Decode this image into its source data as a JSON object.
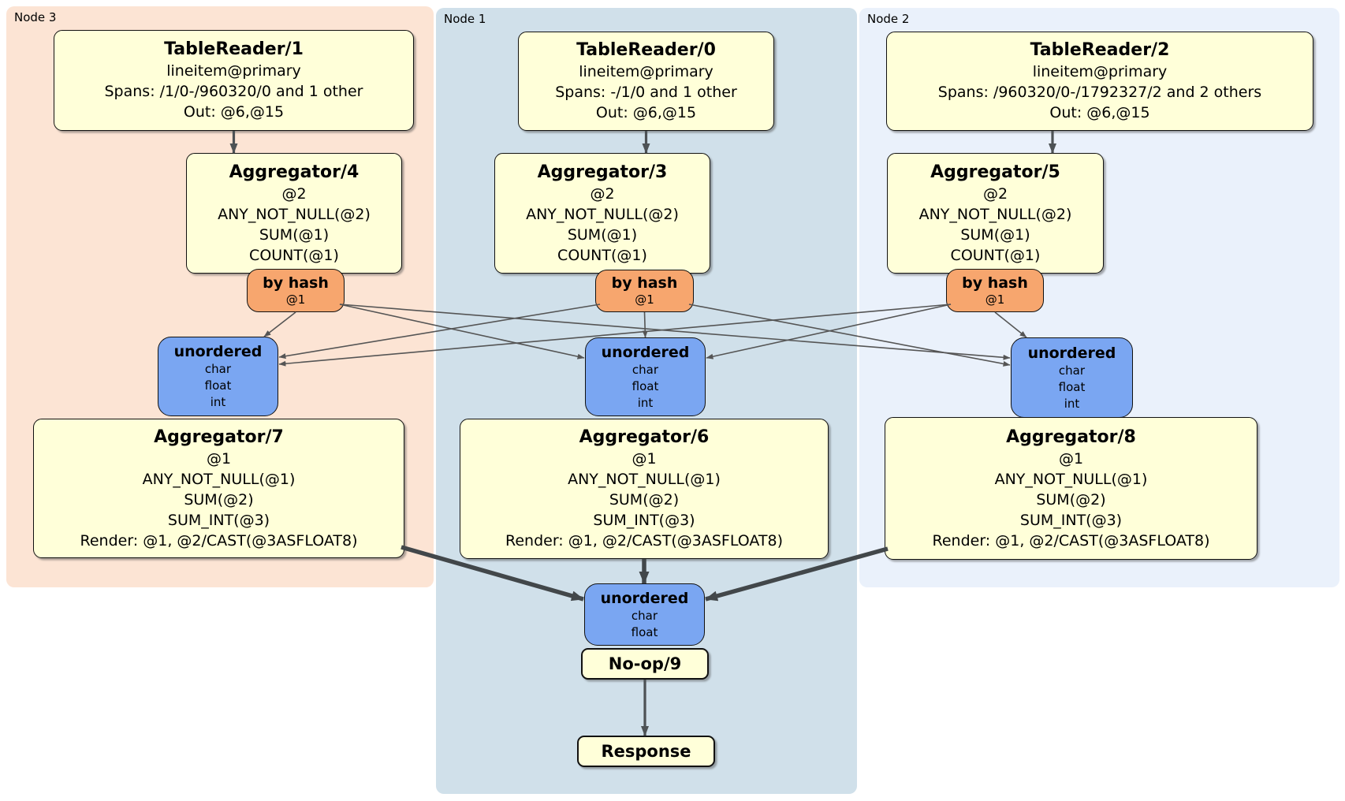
{
  "nodes": {
    "node3": {
      "label": "Node 3"
    },
    "node1": {
      "label": "Node 1"
    },
    "node2": {
      "label": "Node 2"
    }
  },
  "boxes": {
    "tr1": {
      "title": "TableReader/1",
      "lines": [
        "lineitem@primary",
        "Spans: /1/0-/960320/0 and 1 other",
        "Out: @6,@15"
      ]
    },
    "tr0": {
      "title": "TableReader/0",
      "lines": [
        "lineitem@primary",
        "Spans: -/1/0 and 1 other",
        "Out: @6,@15"
      ]
    },
    "tr2": {
      "title": "TableReader/2",
      "lines": [
        "lineitem@primary",
        "Spans: /960320/0-/1792327/2 and 2 others",
        "Out: @6,@15"
      ]
    },
    "agg4": {
      "title": "Aggregator/4",
      "lines": [
        "@2",
        "ANY_NOT_NULL(@2)",
        "SUM(@1)",
        "COUNT(@1)"
      ]
    },
    "agg3": {
      "title": "Aggregator/3",
      "lines": [
        "@2",
        "ANY_NOT_NULL(@2)",
        "SUM(@1)",
        "COUNT(@1)"
      ]
    },
    "agg5": {
      "title": "Aggregator/5",
      "lines": [
        "@2",
        "ANY_NOT_NULL(@2)",
        "SUM(@1)",
        "COUNT(@1)"
      ]
    },
    "hashL": {
      "title": "by hash",
      "lines": [
        "@1"
      ]
    },
    "hashM": {
      "title": "by hash",
      "lines": [
        "@1"
      ]
    },
    "hashR": {
      "title": "by hash",
      "lines": [
        "@1"
      ]
    },
    "unoL": {
      "title": "unordered",
      "lines": [
        "char",
        "float",
        "int"
      ]
    },
    "unoM": {
      "title": "unordered",
      "lines": [
        "char",
        "float",
        "int"
      ]
    },
    "unoR": {
      "title": "unordered",
      "lines": [
        "char",
        "float",
        "int"
      ]
    },
    "agg7": {
      "title": "Aggregator/7",
      "lines": [
        "@1",
        "ANY_NOT_NULL(@1)",
        "SUM(@2)",
        "SUM_INT(@3)",
        "Render: @1, @2/CAST(@3ASFLOAT8)"
      ]
    },
    "agg6": {
      "title": "Aggregator/6",
      "lines": [
        "@1",
        "ANY_NOT_NULL(@1)",
        "SUM(@2)",
        "SUM_INT(@3)",
        "Render: @1, @2/CAST(@3ASFLOAT8)"
      ]
    },
    "agg8": {
      "title": "Aggregator/8",
      "lines": [
        "@1",
        "ANY_NOT_NULL(@1)",
        "SUM(@2)",
        "SUM_INT(@3)",
        "Render: @1, @2/CAST(@3ASFLOAT8)"
      ]
    },
    "unoB": {
      "title": "unordered",
      "lines": [
        "char",
        "float"
      ]
    },
    "noop": {
      "title": "No-op/9",
      "lines": []
    },
    "resp": {
      "title": "Response",
      "lines": []
    }
  },
  "edges": [
    {
      "from": "tr1",
      "to": "agg4",
      "style": "med"
    },
    {
      "from": "tr0",
      "to": "agg3",
      "style": "med"
    },
    {
      "from": "tr2",
      "to": "agg5",
      "style": "med",
      "bias": -60
    },
    {
      "from": "hashL",
      "to": "unoL",
      "style": "thin"
    },
    {
      "from": "hashL",
      "to": "unoM",
      "style": "thin"
    },
    {
      "from": "hashL",
      "to": "unoR",
      "style": "thin"
    },
    {
      "from": "hashM",
      "to": "unoL",
      "style": "thin"
    },
    {
      "from": "hashM",
      "to": "unoM",
      "style": "thin"
    },
    {
      "from": "hashM",
      "to": "unoR",
      "style": "thin"
    },
    {
      "from": "hashR",
      "to": "unoL",
      "style": "thin"
    },
    {
      "from": "hashR",
      "to": "unoM",
      "style": "thin"
    },
    {
      "from": "hashR",
      "to": "unoR",
      "style": "thin"
    },
    {
      "from": "agg7",
      "to": "unoB",
      "style": "thick"
    },
    {
      "from": "agg6",
      "to": "unoB",
      "style": "thick"
    },
    {
      "from": "agg8",
      "to": "unoB",
      "style": "thick"
    },
    {
      "from": "noop",
      "to": "resp",
      "style": "med"
    }
  ],
  "colors": {
    "node3_bg": "#fce4d4",
    "node1_bg": "#d0e0ea",
    "node2_bg": "#eaf1fb",
    "box_bg": "#ffffd9",
    "hash_bg": "#f7a66e",
    "sync_bg": "#7aa6f2",
    "edge_thin": "#555555",
    "edge_med": "#4d5255",
    "edge_thick": "#42474a"
  }
}
